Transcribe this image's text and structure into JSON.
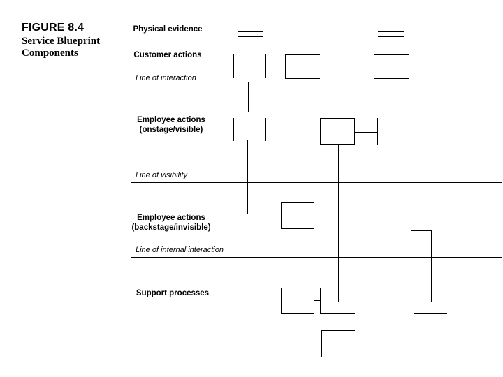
{
  "figure": {
    "number": "FIGURE 8.4",
    "title": "Service Blueprint Components"
  },
  "rows": [
    {
      "id": "physical-evidence",
      "label": "Physical evidence"
    },
    {
      "id": "customer-actions",
      "label": "Customer actions"
    },
    {
      "id": "employee-onstage",
      "label": "Employee actions\n(onstage/visible)"
    },
    {
      "id": "employee-backstage",
      "label": "Employee actions\n(backstage/invisible)"
    },
    {
      "id": "support-processes",
      "label": "Support processes"
    }
  ],
  "separators": [
    {
      "id": "line-of-interaction",
      "label": "Line of interaction",
      "has_rule": false
    },
    {
      "id": "line-of-visibility",
      "label": "Line of visibility",
      "has_rule": true
    },
    {
      "id": "line-of-internal-interaction",
      "label": "Line of internal interaction",
      "has_rule": true
    }
  ],
  "colors": {
    "stroke": "#000000",
    "background": "#ffffff",
    "text": "#000000"
  },
  "diagram": {
    "evidence_marks": 2,
    "process_boxes": 7,
    "connector_ticks": 5
  }
}
